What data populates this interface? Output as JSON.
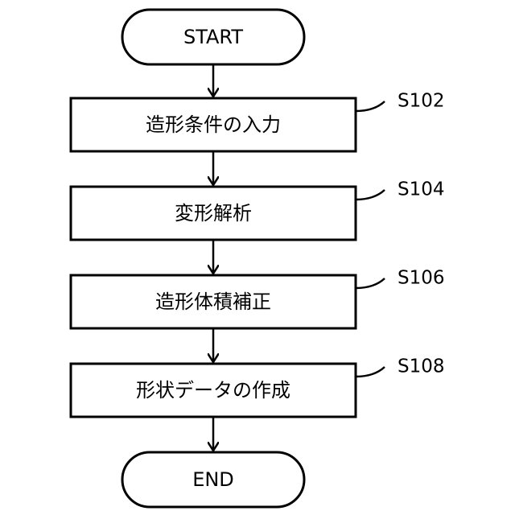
{
  "start": {
    "label": "START"
  },
  "end": {
    "label": "END"
  },
  "steps": [
    {
      "id": "S102",
      "label": "造形条件の入力"
    },
    {
      "id": "S104",
      "label": "変形解析"
    },
    {
      "id": "S106",
      "label": "造形体積補正"
    },
    {
      "id": "S108",
      "label": "形状データの作成"
    }
  ]
}
